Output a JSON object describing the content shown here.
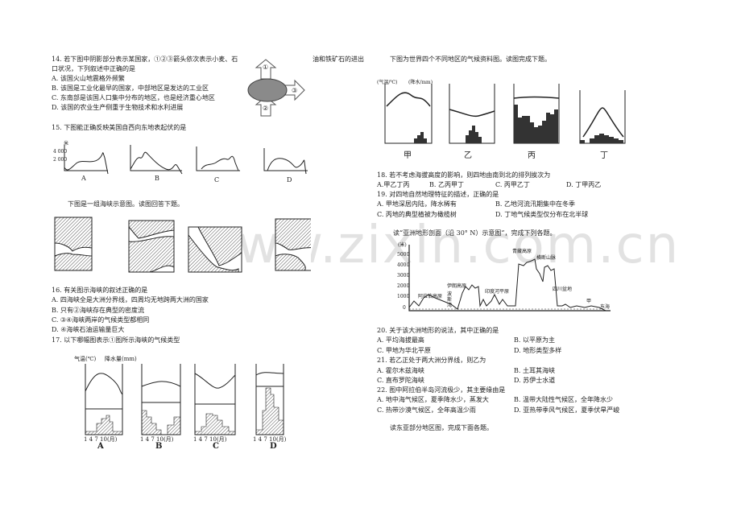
{
  "watermark": "www.zixin.com.cn",
  "q14": {
    "line1": "14. 若下图中阴影部分表示某国家，①②③箭头依次表示小麦、石",
    "line1_tail": "油和铁矿石的进出",
    "line2": "口状况，下列叙述中正确的是",
    "options": [
      "A. 该国火山地震格外频繁",
      "B. 该国是工业化最早的国家，中部地区是发达的工业区",
      "C. 东南部是该国人口集中分布的地区，也是经济重心地区",
      "D. 该国的农业生产侧重于生物技术和水利进展"
    ],
    "arrows": [
      "①",
      "②",
      "③"
    ]
  },
  "q15": {
    "stem": "15.  下图能正确反映美国自西向东地表起伏的是",
    "labels": [
      "A",
      "B",
      "C",
      "D"
    ],
    "unit": "米",
    "ticks": [
      "4 000",
      "2 000"
    ]
  },
  "strait_intro": "下图是一组海峡示意图。读图回答下题。",
  "q16": {
    "stem": "16.  有关图示海峡的叙述正确的是",
    "options": [
      "A.  四海峡全是大洲分界线，四周均无地跨两大洲的国家",
      "B.  只有②海峡存在典型的密度流",
      "C.  ③④海峡两岸的气候类型都相同",
      "D.  ④海峡石油运输量巨大"
    ]
  },
  "q17": {
    "stem": "17.  以下哪幅图表示①图所示海峡的气候类型",
    "labels": [
      "A",
      "B",
      "C",
      "D"
    ],
    "temp_axis": "气温(℃)",
    "precip_axis": "降水量(mm)",
    "months": "1  4  7  10(月)"
  },
  "climate_intro": "下图为世界四个不同地区的气候资料图。读图完成下题。",
  "climate_charts": {
    "labels": [
      "甲",
      "乙",
      "丙",
      "丁"
    ],
    "temp_axis": "(气温/℃)",
    "precip_axis": "(降水/mm)"
  },
  "q18": {
    "stem": "18.  若不考虑海拔高度的影响，则四地由南到北的排列挨次为",
    "options": [
      "A.甲乙丁丙",
      "B. 乙丙甲丁",
      "C. 丙甲乙丁",
      "D. 丁甲丙乙"
    ]
  },
  "q19": {
    "stem": "19.  对四地自然地理特征的描述，正确的是",
    "options": [
      "A.  甲地深居内陆，降水稀有",
      "B.  乙地河流汛期集中在冬季",
      "C.  丙地的典型植被为橄榄树",
      "D.  丁地气候类型仅分布在北半球"
    ]
  },
  "profile_intro": "读“亚洲地形剖面（沿 30° N）示意图”，完成下列各题。",
  "profile": {
    "unit": "(米)",
    "ticks": [
      "5000",
      "4000",
      "3000",
      "2000",
      "1000",
      "0"
    ],
    "places": [
      "阿拉伯高原",
      "波斯湾",
      "伊朗高原",
      "印度河平原",
      "青藏高原",
      "横断山脉",
      "四川盆地",
      "甲",
      "东海"
    ]
  },
  "q20": {
    "stem": "20.  关于该大洲地形的说法，其中正确的是",
    "options": [
      "A.  平均海拔最高",
      "B.  以平原为主",
      "C.  甲地为华北平原",
      "D.  地形类型多样"
    ]
  },
  "q21": {
    "stem": "21.  若乙正处于两大洲分界线，则乙为",
    "options": [
      "A.  霍尔木兹海峡",
      "B.  土耳其海峡",
      "C.  直布罗陀海峡",
      "D.  苏伊士水道"
    ]
  },
  "q22": {
    "stem": "22.  图中阿拉伯半岛河流极少，其主要缘由是",
    "options": [
      "A.  地中海气候区，夏季降水少，蒸发大",
      "B.  温带大陆性气候区，全年降水少",
      "C.  热带沙漠气候区，全年高温少雨",
      "D.  亚热带季风气候区，夏季伏旱严峻"
    ]
  },
  "east_asia_intro": "读东亚部分地区图，完成下面各题。"
}
